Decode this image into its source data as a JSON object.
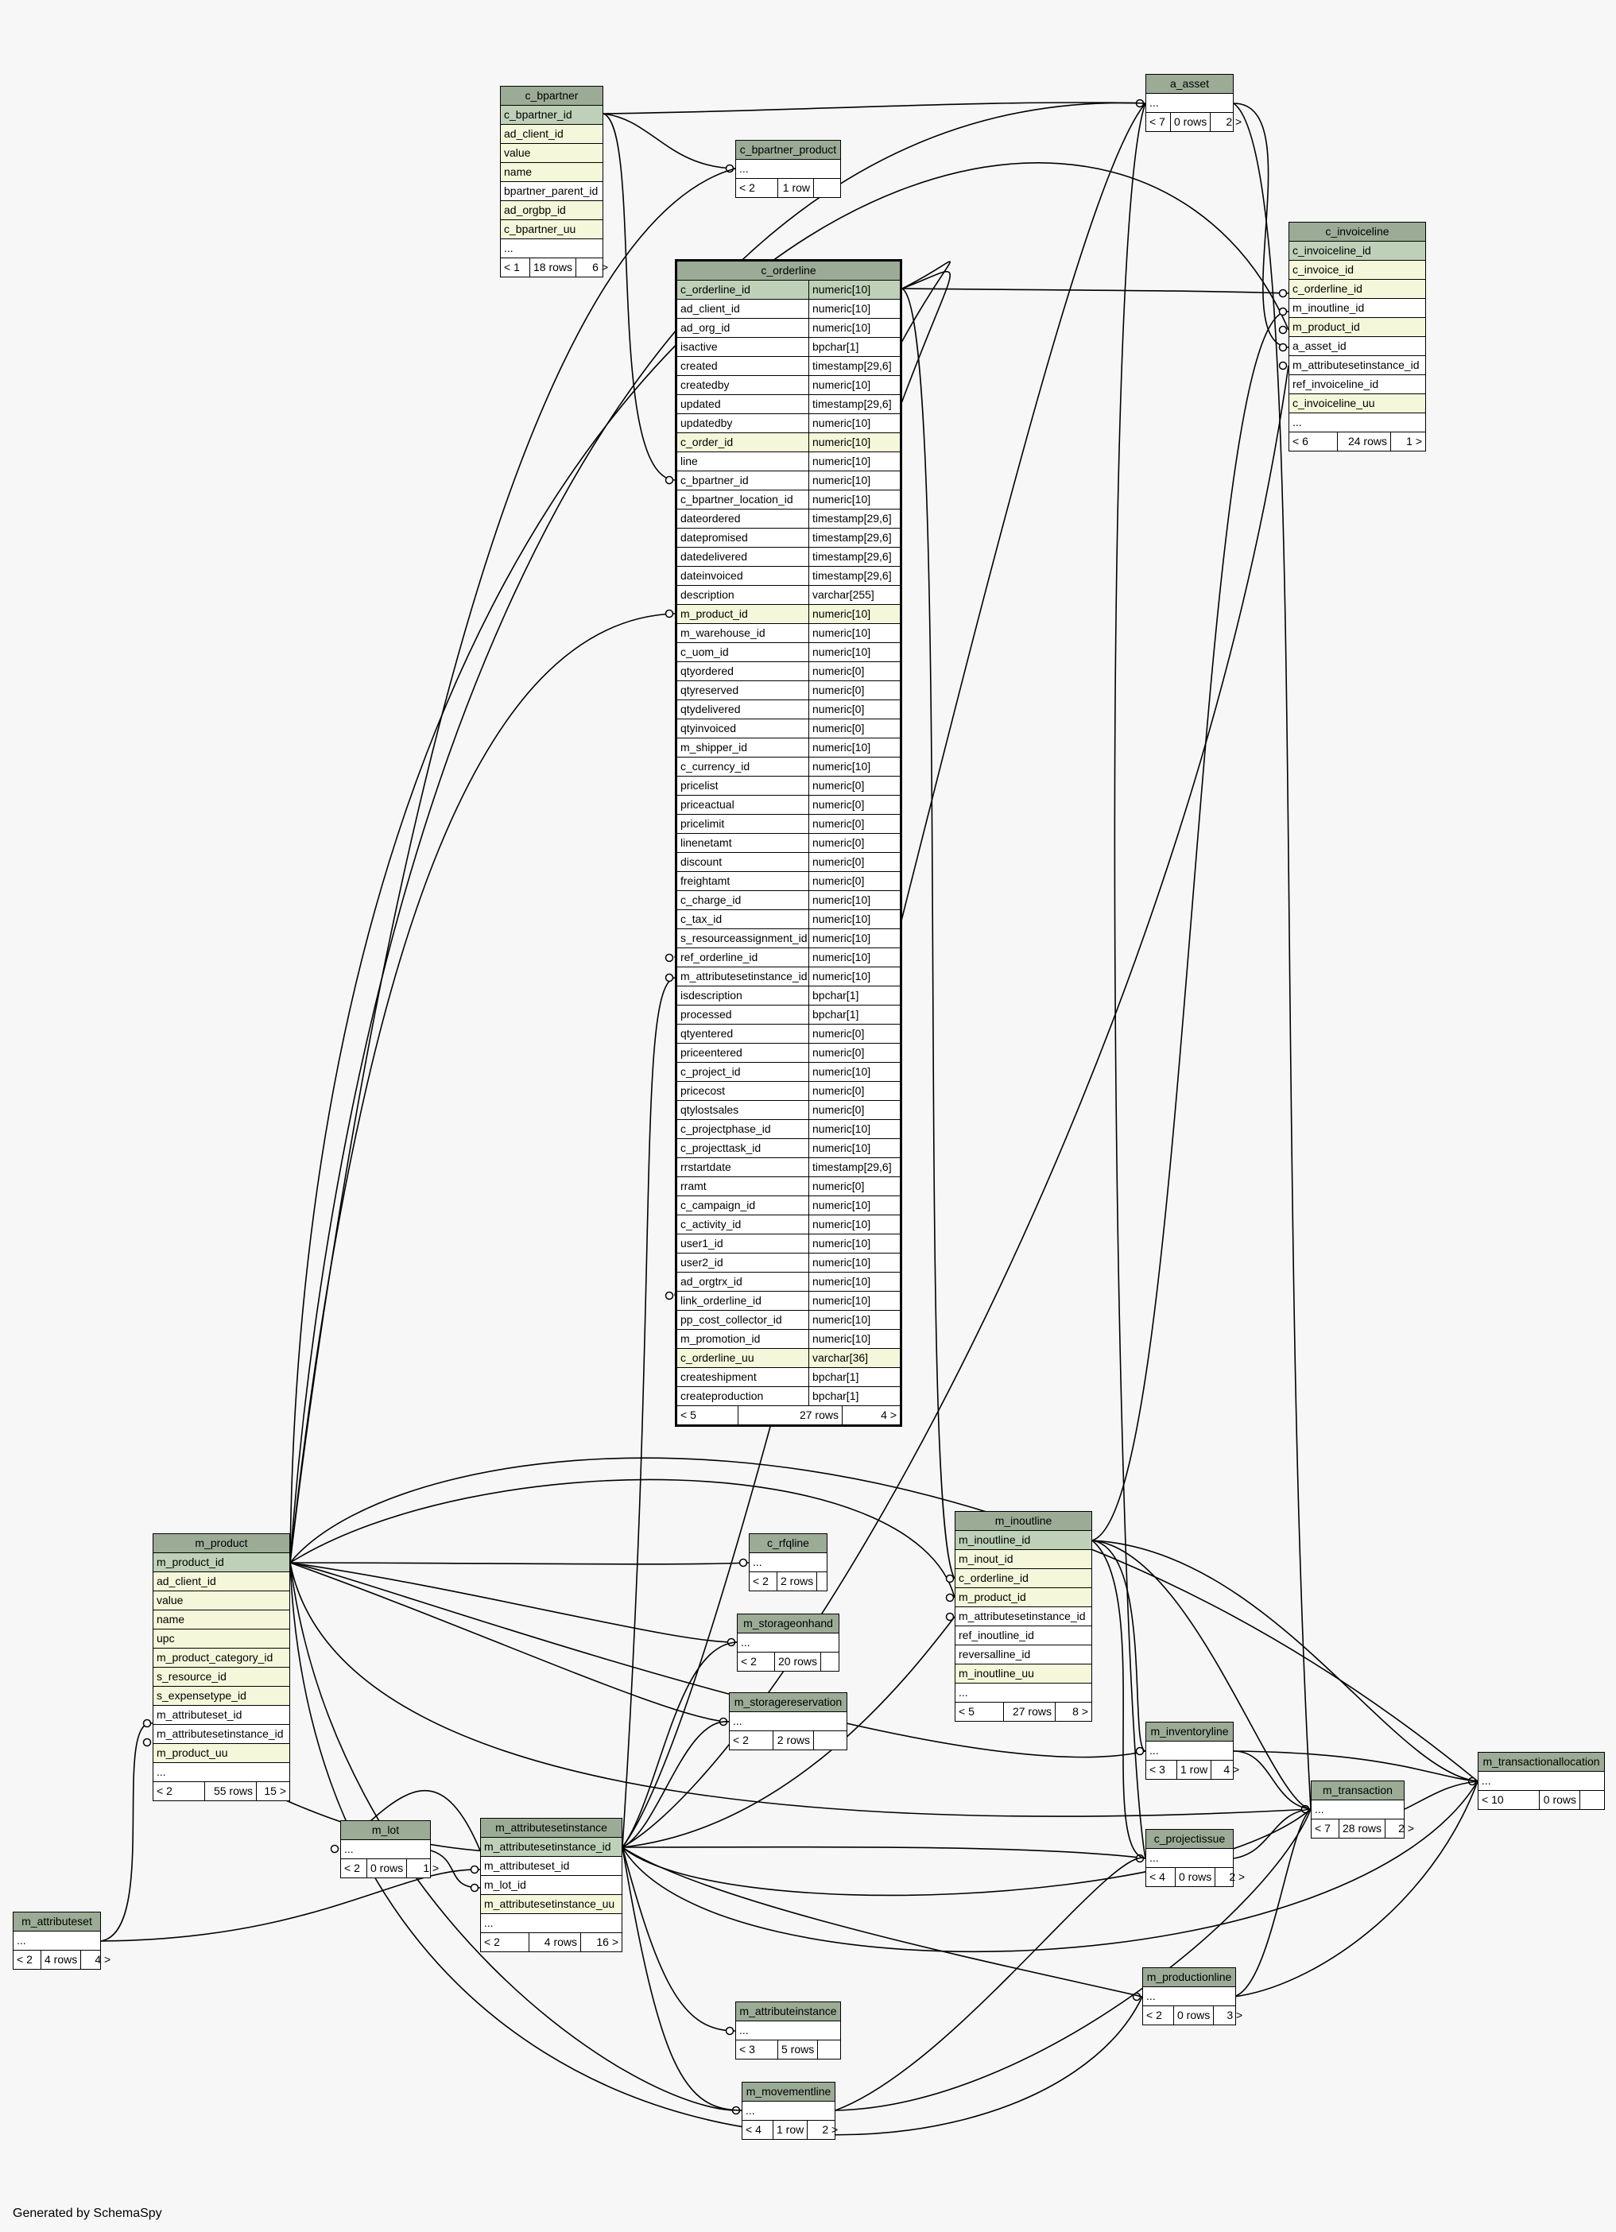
{
  "generated_by": "Generated by SchemaSpy",
  "tables": {
    "a_asset": {
      "name": "a_asset",
      "rows": [
        {
          "n": "...",
          "k": ""
        }
      ],
      "foot": [
        "< 7",
        "0 rows",
        "2 >"
      ]
    },
    "c_bpartner": {
      "name": "c_bpartner",
      "rows": [
        {
          "n": "c_bpartner_id",
          "k": "pk"
        },
        {
          "n": "ad_client_id",
          "k": "fk"
        },
        {
          "n": "value",
          "k": "fk"
        },
        {
          "n": "name",
          "k": "fk"
        },
        {
          "n": "bpartner_parent_id",
          "k": ""
        },
        {
          "n": "ad_orgbp_id",
          "k": "fk"
        },
        {
          "n": "c_bpartner_uu",
          "k": "fk"
        },
        {
          "n": "...",
          "k": ""
        }
      ],
      "foot": [
        "< 1",
        "18 rows",
        "6 >"
      ]
    },
    "c_bpartner_product": {
      "name": "c_bpartner_product",
      "rows": [
        {
          "n": "...",
          "k": ""
        }
      ],
      "foot": [
        "< 2",
        "1 row",
        ""
      ]
    },
    "c_invoiceline": {
      "name": "c_invoiceline",
      "rows": [
        {
          "n": "c_invoiceline_id",
          "k": "pk"
        },
        {
          "n": "c_invoice_id",
          "k": "fk"
        },
        {
          "n": "c_orderline_id",
          "k": "fk"
        },
        {
          "n": "m_inoutline_id",
          "k": ""
        },
        {
          "n": "m_product_id",
          "k": "fk"
        },
        {
          "n": "a_asset_id",
          "k": ""
        },
        {
          "n": "m_attributesetinstance_id",
          "k": ""
        },
        {
          "n": "ref_invoiceline_id",
          "k": ""
        },
        {
          "n": "c_invoiceline_uu",
          "k": "fk"
        },
        {
          "n": "...",
          "k": ""
        }
      ],
      "foot": [
        "< 6",
        "24 rows",
        "1 >"
      ]
    },
    "c_orderline": {
      "name": "c_orderline",
      "rows": [
        {
          "n": "c_orderline_id",
          "t": "numeric[10]",
          "k": "pk"
        },
        {
          "n": "ad_client_id",
          "t": "numeric[10]",
          "k": ""
        },
        {
          "n": "ad_org_id",
          "t": "numeric[10]",
          "k": ""
        },
        {
          "n": "isactive",
          "t": "bpchar[1]",
          "k": ""
        },
        {
          "n": "created",
          "t": "timestamp[29,6]",
          "k": ""
        },
        {
          "n": "createdby",
          "t": "numeric[10]",
          "k": ""
        },
        {
          "n": "updated",
          "t": "timestamp[29,6]",
          "k": ""
        },
        {
          "n": "updatedby",
          "t": "numeric[10]",
          "k": ""
        },
        {
          "n": "c_order_id",
          "t": "numeric[10]",
          "k": "fk"
        },
        {
          "n": "line",
          "t": "numeric[10]",
          "k": ""
        },
        {
          "n": "c_bpartner_id",
          "t": "numeric[10]",
          "k": ""
        },
        {
          "n": "c_bpartner_location_id",
          "t": "numeric[10]",
          "k": ""
        },
        {
          "n": "dateordered",
          "t": "timestamp[29,6]",
          "k": ""
        },
        {
          "n": "datepromised",
          "t": "timestamp[29,6]",
          "k": ""
        },
        {
          "n": "datedelivered",
          "t": "timestamp[29,6]",
          "k": ""
        },
        {
          "n": "dateinvoiced",
          "t": "timestamp[29,6]",
          "k": ""
        },
        {
          "n": "description",
          "t": "varchar[255]",
          "k": ""
        },
        {
          "n": "m_product_id",
          "t": "numeric[10]",
          "k": "fk"
        },
        {
          "n": "m_warehouse_id",
          "t": "numeric[10]",
          "k": ""
        },
        {
          "n": "c_uom_id",
          "t": "numeric[10]",
          "k": ""
        },
        {
          "n": "qtyordered",
          "t": "numeric[0]",
          "k": ""
        },
        {
          "n": "qtyreserved",
          "t": "numeric[0]",
          "k": ""
        },
        {
          "n": "qtydelivered",
          "t": "numeric[0]",
          "k": ""
        },
        {
          "n": "qtyinvoiced",
          "t": "numeric[0]",
          "k": ""
        },
        {
          "n": "m_shipper_id",
          "t": "numeric[10]",
          "k": ""
        },
        {
          "n": "c_currency_id",
          "t": "numeric[10]",
          "k": ""
        },
        {
          "n": "pricelist",
          "t": "numeric[0]",
          "k": ""
        },
        {
          "n": "priceactual",
          "t": "numeric[0]",
          "k": ""
        },
        {
          "n": "pricelimit",
          "t": "numeric[0]",
          "k": ""
        },
        {
          "n": "linenetamt",
          "t": "numeric[0]",
          "k": ""
        },
        {
          "n": "discount",
          "t": "numeric[0]",
          "k": ""
        },
        {
          "n": "freightamt",
          "t": "numeric[0]",
          "k": ""
        },
        {
          "n": "c_charge_id",
          "t": "numeric[10]",
          "k": ""
        },
        {
          "n": "c_tax_id",
          "t": "numeric[10]",
          "k": ""
        },
        {
          "n": "s_resourceassignment_id",
          "t": "numeric[10]",
          "k": ""
        },
        {
          "n": "ref_orderline_id",
          "t": "numeric[10]",
          "k": ""
        },
        {
          "n": "m_attributesetinstance_id",
          "t": "numeric[10]",
          "k": ""
        },
        {
          "n": "isdescription",
          "t": "bpchar[1]",
          "k": ""
        },
        {
          "n": "processed",
          "t": "bpchar[1]",
          "k": ""
        },
        {
          "n": "qtyentered",
          "t": "numeric[0]",
          "k": ""
        },
        {
          "n": "priceentered",
          "t": "numeric[0]",
          "k": ""
        },
        {
          "n": "c_project_id",
          "t": "numeric[10]",
          "k": ""
        },
        {
          "n": "pricecost",
          "t": "numeric[0]",
          "k": ""
        },
        {
          "n": "qtylostsales",
          "t": "numeric[0]",
          "k": ""
        },
        {
          "n": "c_projectphase_id",
          "t": "numeric[10]",
          "k": ""
        },
        {
          "n": "c_projecttask_id",
          "t": "numeric[10]",
          "k": ""
        },
        {
          "n": "rrstartdate",
          "t": "timestamp[29,6]",
          "k": ""
        },
        {
          "n": "rramt",
          "t": "numeric[0]",
          "k": ""
        },
        {
          "n": "c_campaign_id",
          "t": "numeric[10]",
          "k": ""
        },
        {
          "n": "c_activity_id",
          "t": "numeric[10]",
          "k": ""
        },
        {
          "n": "user1_id",
          "t": "numeric[10]",
          "k": ""
        },
        {
          "n": "user2_id",
          "t": "numeric[10]",
          "k": ""
        },
        {
          "n": "ad_orgtrx_id",
          "t": "numeric[10]",
          "k": ""
        },
        {
          "n": "link_orderline_id",
          "t": "numeric[10]",
          "k": ""
        },
        {
          "n": "pp_cost_collector_id",
          "t": "numeric[10]",
          "k": ""
        },
        {
          "n": "m_promotion_id",
          "t": "numeric[10]",
          "k": ""
        },
        {
          "n": "c_orderline_uu",
          "t": "varchar[36]",
          "k": "fk"
        },
        {
          "n": "createshipment",
          "t": "bpchar[1]",
          "k": ""
        },
        {
          "n": "createproduction",
          "t": "bpchar[1]",
          "k": ""
        }
      ],
      "foot": [
        "< 5",
        "27 rows",
        "4 >"
      ]
    },
    "m_product": {
      "name": "m_product",
      "rows": [
        {
          "n": "m_product_id",
          "k": "pk"
        },
        {
          "n": "ad_client_id",
          "k": "fk"
        },
        {
          "n": "value",
          "k": "fk"
        },
        {
          "n": "name",
          "k": "fk"
        },
        {
          "n": "upc",
          "k": "fk"
        },
        {
          "n": "m_product_category_id",
          "k": "fk"
        },
        {
          "n": "s_resource_id",
          "k": "fk"
        },
        {
          "n": "s_expensetype_id",
          "k": "fk"
        },
        {
          "n": "m_attributeset_id",
          "k": ""
        },
        {
          "n": "m_attributesetinstance_id",
          "k": ""
        },
        {
          "n": "m_product_uu",
          "k": "fk"
        },
        {
          "n": "...",
          "k": ""
        }
      ],
      "foot": [
        "< 2",
        "55 rows",
        "15 >"
      ]
    },
    "m_inoutline": {
      "name": "m_inoutline",
      "rows": [
        {
          "n": "m_inoutline_id",
          "k": "pk"
        },
        {
          "n": "m_inout_id",
          "k": "fk"
        },
        {
          "n": "c_orderline_id",
          "k": "fk"
        },
        {
          "n": "m_product_id",
          "k": "fk"
        },
        {
          "n": "m_attributesetinstance_id",
          "k": ""
        },
        {
          "n": "ref_inoutline_id",
          "k": ""
        },
        {
          "n": "reversalline_id",
          "k": ""
        },
        {
          "n": "m_inoutline_uu",
          "k": "fk"
        },
        {
          "n": "...",
          "k": ""
        }
      ],
      "foot": [
        "< 5",
        "27 rows",
        "8 >"
      ]
    },
    "c_rfqline": {
      "name": "c_rfqline",
      "rows": [
        {
          "n": "...",
          "k": ""
        }
      ],
      "foot": [
        "< 2",
        "2 rows",
        ""
      ]
    },
    "m_storageonhand": {
      "name": "m_storageonhand",
      "rows": [
        {
          "n": "...",
          "k": ""
        }
      ],
      "foot": [
        "< 2",
        "20 rows",
        ""
      ]
    },
    "m_storagereservation": {
      "name": "m_storagereservation",
      "rows": [
        {
          "n": "...",
          "k": ""
        }
      ],
      "foot": [
        "< 2",
        "2 rows",
        ""
      ]
    },
    "m_inventoryline": {
      "name": "m_inventoryline",
      "rows": [
        {
          "n": "...",
          "k": ""
        }
      ],
      "foot": [
        "< 3",
        "1 row",
        "4 >"
      ]
    },
    "m_transactionallocation": {
      "name": "m_transactionallocation",
      "rows": [
        {
          "n": "...",
          "k": ""
        }
      ],
      "foot": [
        "< 10",
        "0 rows",
        ""
      ]
    },
    "m_transaction": {
      "name": "m_transaction",
      "rows": [
        {
          "n": "...",
          "k": ""
        }
      ],
      "foot": [
        "< 7",
        "28 rows",
        "2 >"
      ]
    },
    "m_lot": {
      "name": "m_lot",
      "rows": [
        {
          "n": "...",
          "k": ""
        }
      ],
      "foot": [
        "< 2",
        "0 rows",
        "1 >"
      ]
    },
    "m_attributesetinstance": {
      "name": "m_attributesetinstance",
      "rows": [
        {
          "n": "m_attributesetinstance_id",
          "k": "pk"
        },
        {
          "n": "m_attributeset_id",
          "k": ""
        },
        {
          "n": "m_lot_id",
          "k": ""
        },
        {
          "n": "m_attributesetinstance_uu",
          "k": "fk"
        },
        {
          "n": "...",
          "k": ""
        }
      ],
      "foot": [
        "< 2",
        "4 rows",
        "16 >"
      ]
    },
    "c_projectissue": {
      "name": "c_projectissue",
      "rows": [
        {
          "n": "...",
          "k": ""
        }
      ],
      "foot": [
        "< 4",
        "0 rows",
        "2 >"
      ]
    },
    "m_attributeset": {
      "name": "m_attributeset",
      "rows": [
        {
          "n": "...",
          "k": ""
        }
      ],
      "foot": [
        "< 2",
        "4 rows",
        "4 >"
      ]
    },
    "m_productionline": {
      "name": "m_productionline",
      "rows": [
        {
          "n": "...",
          "k": ""
        }
      ],
      "foot": [
        "< 2",
        "0 rows",
        "3 >"
      ]
    },
    "m_attributeinstance": {
      "name": "m_attributeinstance",
      "rows": [
        {
          "n": "...",
          "k": ""
        }
      ],
      "foot": [
        "< 3",
        "5 rows",
        ""
      ]
    },
    "m_movementline": {
      "name": "m_movementline",
      "rows": [
        {
          "n": "...",
          "k": ""
        }
      ],
      "foot": [
        "< 4",
        "1 row",
        "2 >"
      ]
    }
  },
  "colors": {
    "header": "#9bab96",
    "primary_key": "#bed1b8",
    "indexed": "#f4f7da",
    "background": "#f7f7f7"
  }
}
